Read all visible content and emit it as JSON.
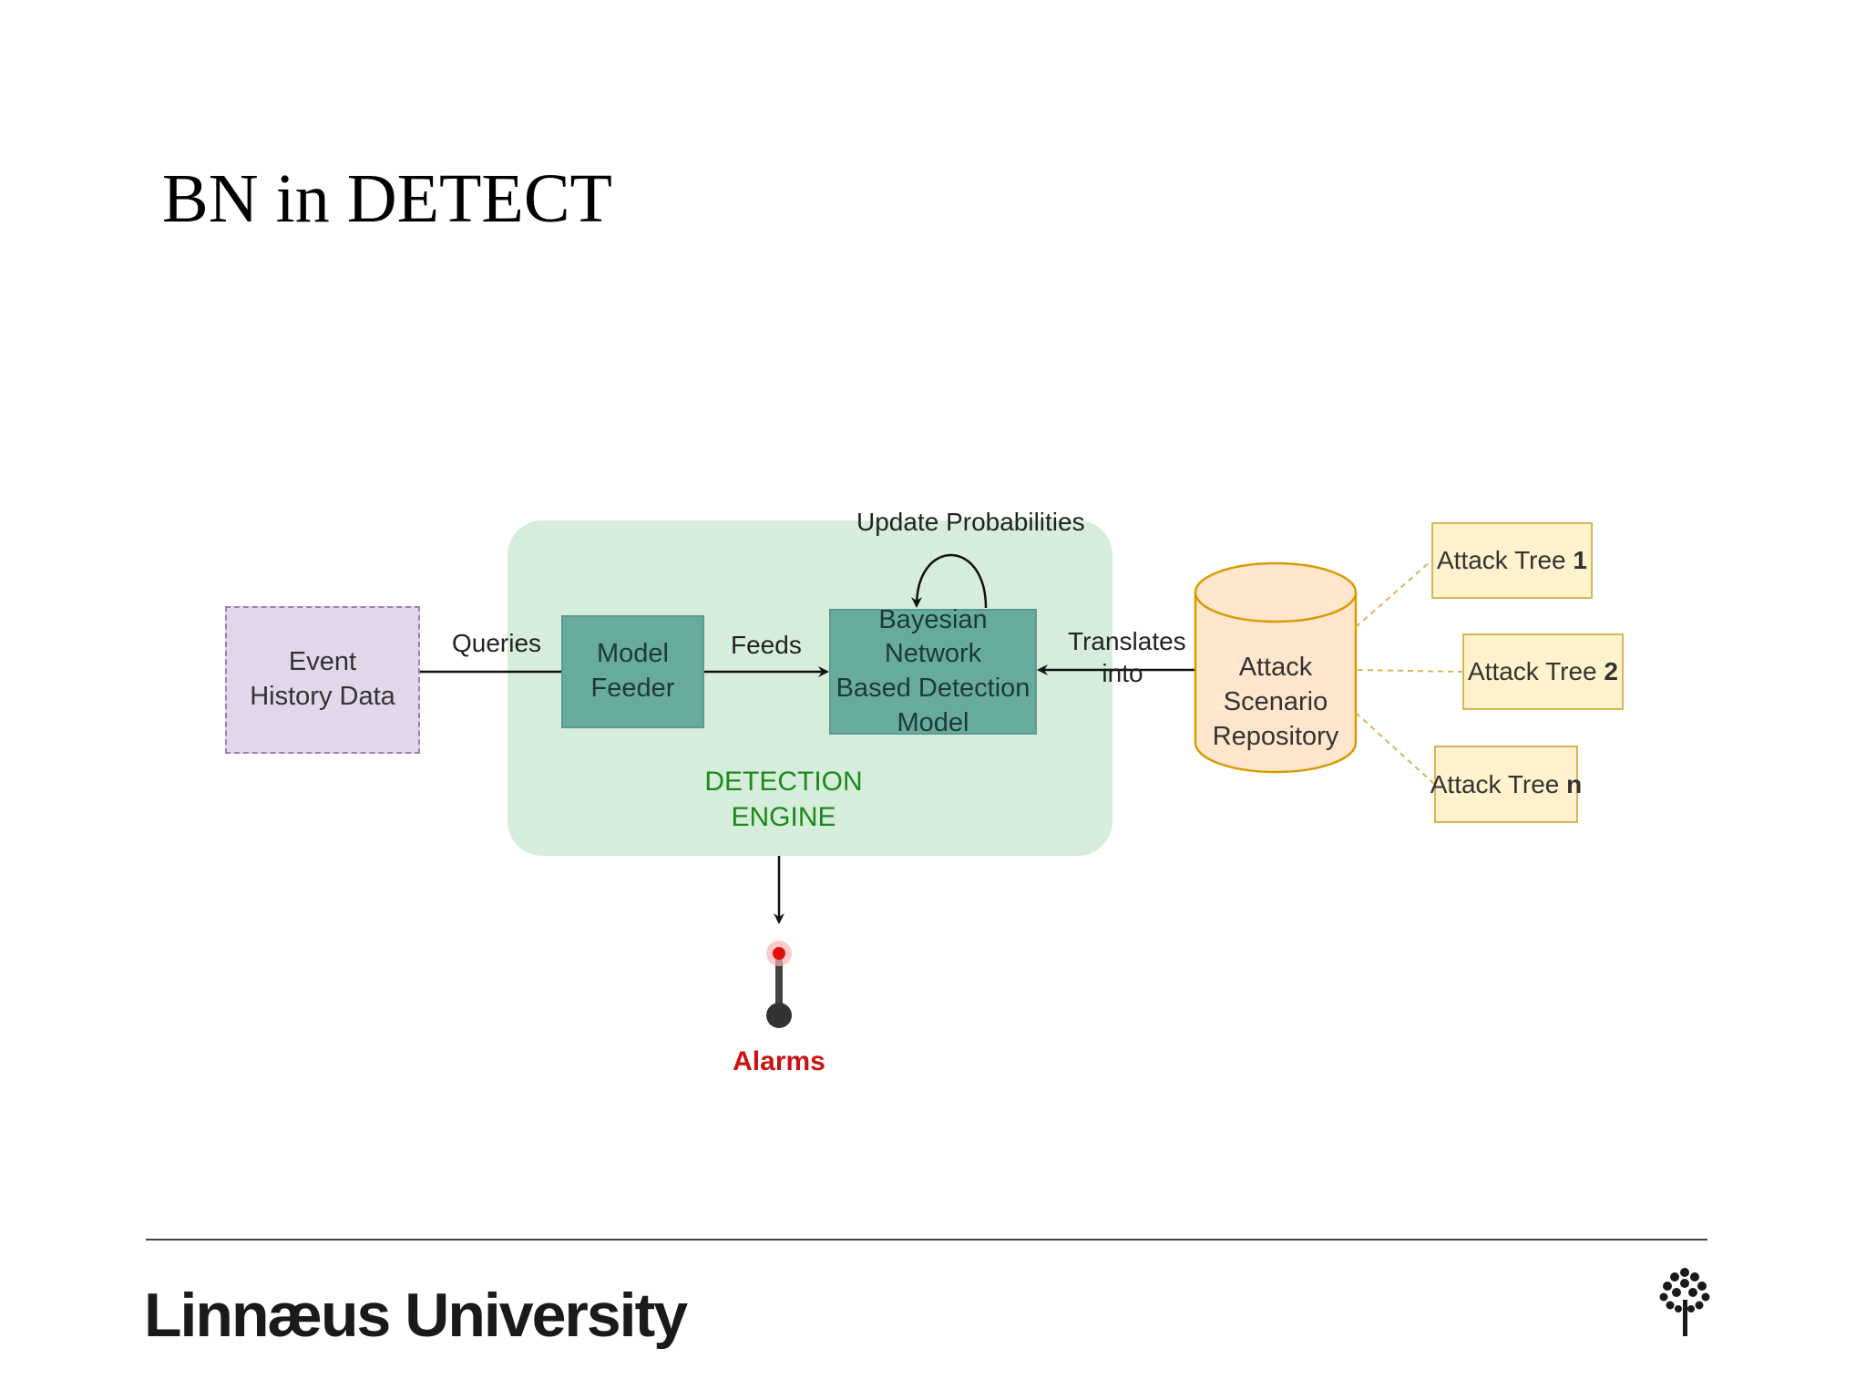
{
  "slide": {
    "title": "BN in DETECT"
  },
  "diagram": {
    "event_history": "Event\nHistory Data",
    "queries_label": "Queries",
    "model_feeder": "Model\nFeeder",
    "feeds_label": "Feeds",
    "bn_model": "Bayesian Network\nBased Detection\nModel",
    "update_label": "Update Probabilities",
    "translates_label": "Translates\ninto",
    "repository": "Attack\nScenario\nRepository",
    "attack_trees": [
      {
        "prefix": "Attack Tree ",
        "suffix": "1"
      },
      {
        "prefix": "Attack Tree ",
        "suffix": "2"
      },
      {
        "prefix": "Attack Tree ",
        "suffix": "n"
      }
    ],
    "engine_label": "DETECTION\nENGINE",
    "alarms_label": "Alarms"
  },
  "footer": {
    "brand": "Linnæus University",
    "logo_icon": "tree-logo-icon"
  },
  "colors": {
    "engine_bg": "#d6eddc",
    "teal": "#67ab9f",
    "event_box": "#e2d6ea",
    "repo_fill": "#ffe6cc",
    "repo_border": "#d79b00",
    "tree_fill": "#fff2cc",
    "tree_border": "#d6b656",
    "alarm_red": "#cc1111",
    "engine_text": "#1a8a1a"
  }
}
